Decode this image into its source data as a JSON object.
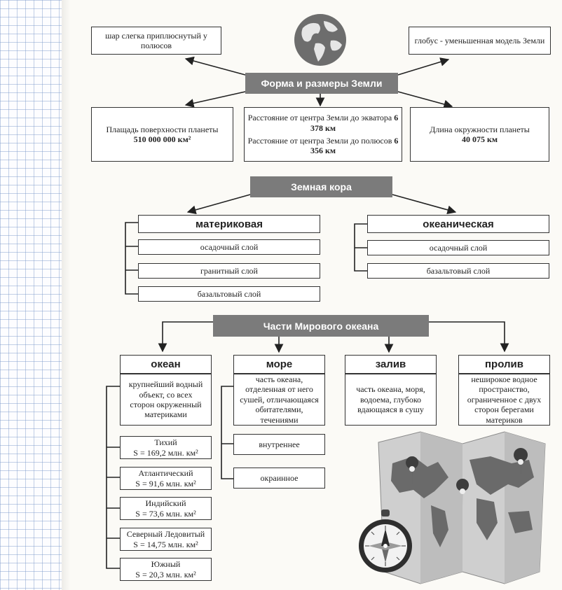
{
  "shape": {
    "title": "Форма и размеры Земли",
    "left_note": "шар слегка приплюснутый у полюсов",
    "right_note": "глобус - уменьшенная модель Земли",
    "surface_label": "Плащадь поверхности планеты",
    "surface_value": "510 000 000 км²",
    "eq_label": "Расстояние от центра Земли до экватора",
    "eq_value": "6 378 км",
    "pole_label": "Расстояние от центра Земли до полюсов",
    "pole_value": "6 356 км",
    "circ_label": "Длина окружности планеты",
    "circ_value": "40 075 км"
  },
  "crust": {
    "title": "Земная кора",
    "continental": {
      "title": "материковая",
      "layers": [
        "осадочный слой",
        "гранитный слой",
        "базальтовый слой"
      ]
    },
    "oceanic": {
      "title": "океаническая",
      "layers": [
        "осадочный слой",
        "базальтовый слой"
      ]
    }
  },
  "ocean_parts": {
    "title": "Части Мирового океана",
    "ocean": {
      "title": "океан",
      "desc": "крупнейший водный объект, со всех сторон окруженный материками",
      "oceans": [
        {
          "name": "Тихий",
          "area": "S = 169,2 млн. км²"
        },
        {
          "name": "Атлантический",
          "area": "S = 91,6 млн. км²"
        },
        {
          "name": "Индийский",
          "area": "S = 73,6 млн. км²"
        },
        {
          "name": "Северный Ледовитый",
          "area": "S = 14,75 млн. км²"
        },
        {
          "name": "Южный",
          "area": "S = 20,3 млн. км²"
        }
      ]
    },
    "sea": {
      "title": "море",
      "desc": "часть океана, отделенная от него сушей, отличающаяся обитателями, течениями",
      "types": [
        "внутреннее",
        "окраинное"
      ]
    },
    "bay": {
      "title": "залив",
      "desc": "часть океана, моря, водоема, глубоко вдающаяся в сушу"
    },
    "strait": {
      "title": "пролив",
      "desc": "неширокое водное пространство, ограниченное с двух сторон берегами материков"
    }
  },
  "icons": {
    "globe": "globe-icon",
    "map": "map-icon",
    "compass": "compass-icon"
  }
}
